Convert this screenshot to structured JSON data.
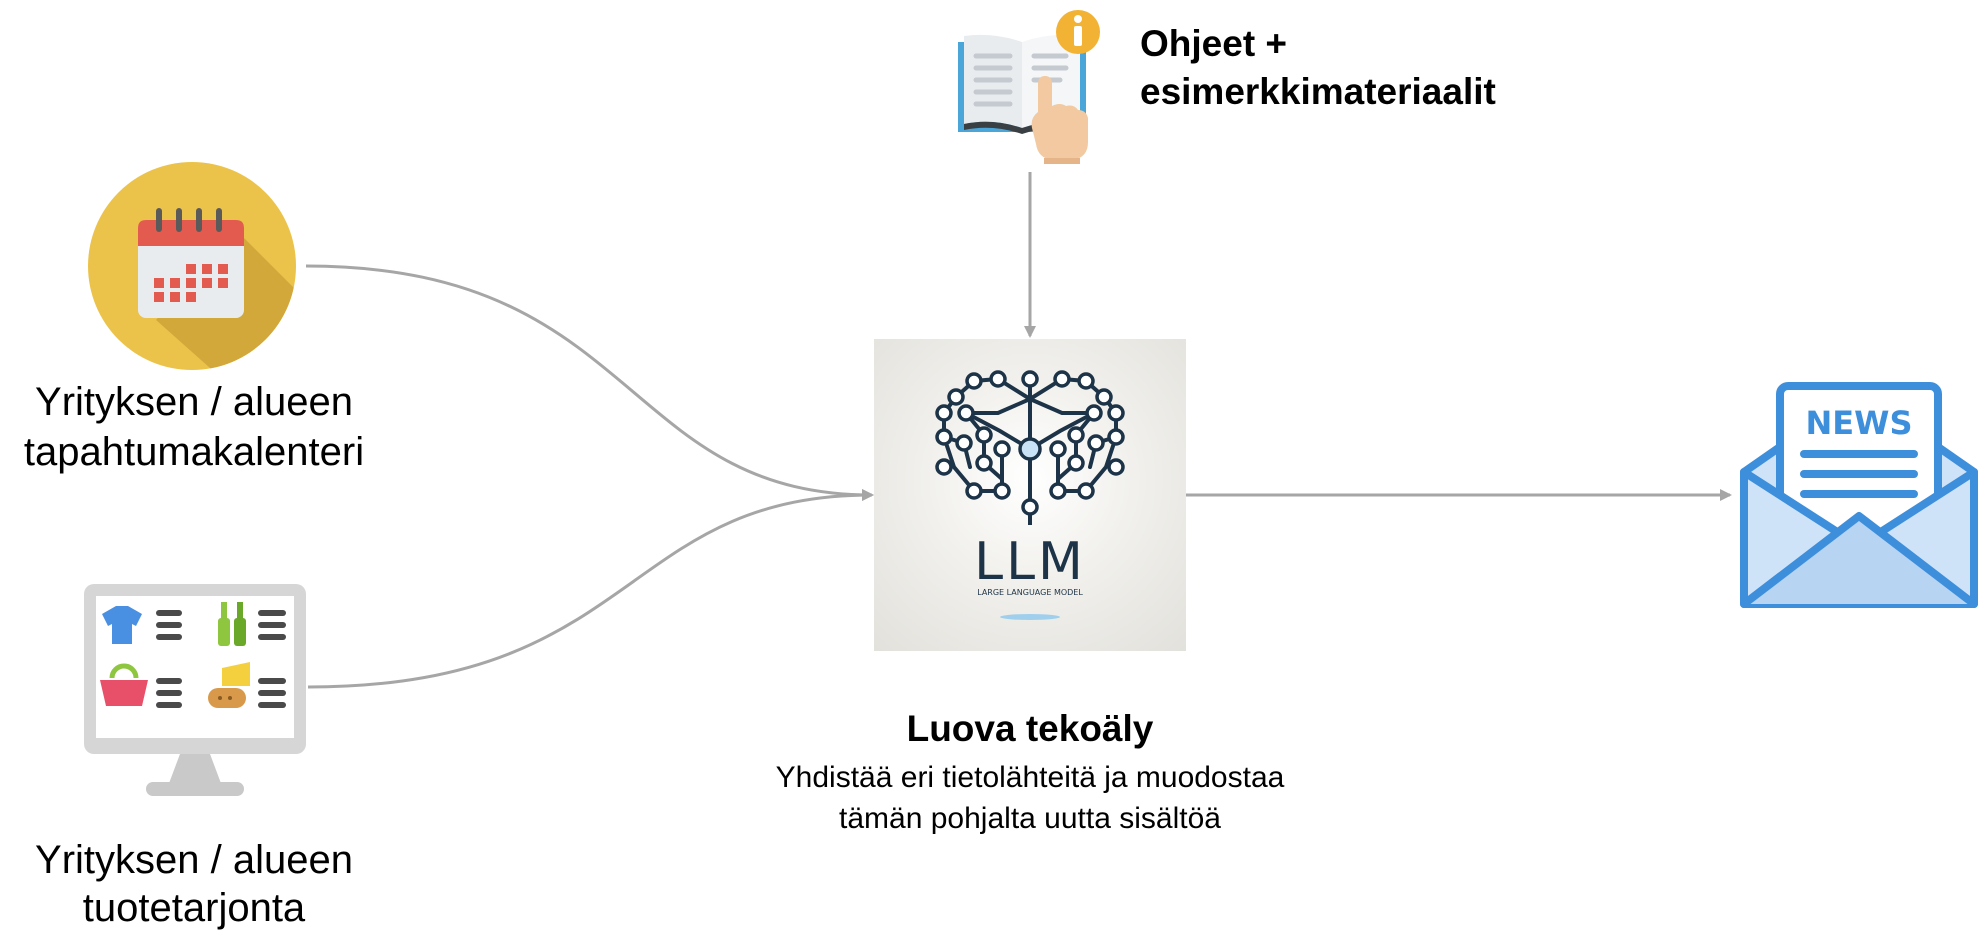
{
  "instructions": {
    "title_line1": "Ohjeet +",
    "title_line2": "esimerkkimateriaalit",
    "icon": "book-info-icon"
  },
  "calendar": {
    "label_line1": "Yrityksen / alueen",
    "label_line2": "tapahtumakalenteri",
    "icon": "calendar-icon"
  },
  "products": {
    "label_line1": "Yrityksen / alueen",
    "label_line2": "tuotetarjonta",
    "icon": "product-catalog-monitor-icon"
  },
  "llm": {
    "logo_text": "LLM",
    "logo_subtext": "LARGE LANGUAGE MODEL",
    "icon": "brain-circuit-icon",
    "title": "Luova tekoäly",
    "desc_line1": "Yhdistää eri tietolähteitä ja muodostaa",
    "desc_line2": "tämän pohjalta uutta sisältöä"
  },
  "output": {
    "icon": "newsletter-envelope-icon",
    "badge_text": "NEWS"
  },
  "colors": {
    "connector": "#a6a6a6",
    "calendar_circle": "#ecc34a",
    "calendar_red": "#e35a4f",
    "news_blue": "#3d8fdc",
    "news_light": "#cfe3f8",
    "llm_navy": "#1d3448"
  }
}
